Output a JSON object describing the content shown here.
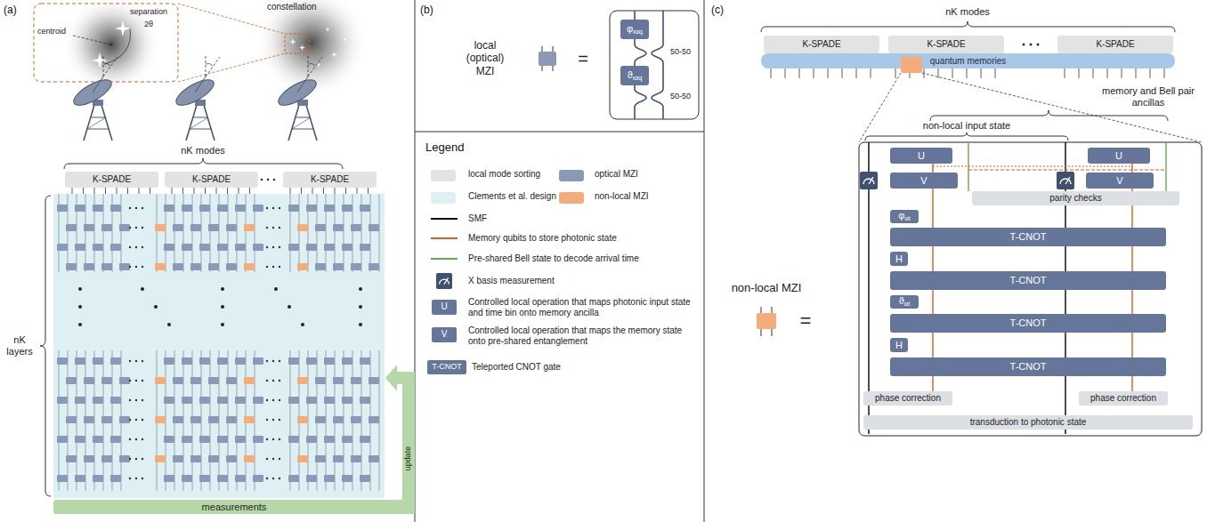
{
  "diagram": {
    "nodes": [
      {
        "text": [
          "K-SPADE"
        ]
      },
      {
        "text": [
          "K-SPADE"
        ]
      },
      {
        "text": [
          "K-SPADE"
        ]
      },
      {
        "text": [
          "measurements"
        ]
      },
      {
        "text": [
          "φιαq"
        ]
      },
      {
        "text": [
          "ϑιαq"
        ]
      },
      {
        "text": [
          "K-SPADE"
        ]
      },
      {
        "text": [
          "K-SPADE"
        ]
      },
      {
        "text": [
          "K-SPADE"
        ]
      },
      {
        "text": [
          "quantum memories"
        ]
      },
      {
        "text": [
          "U"
        ]
      },
      {
        "text": [
          "U"
        ]
      },
      {
        "text": [
          "V"
        ]
      },
      {
        "text": [
          "V"
        ]
      },
      {
        "text": [
          "parity checks"
        ]
      },
      {
        "text": [
          "φαi"
        ]
      },
      {
        "text": [
          "T-CNOT"
        ]
      },
      {
        "text": [
          "H"
        ]
      },
      {
        "text": [
          "T-CNOT"
        ]
      },
      {
        "text": [
          "ϑαi"
        ]
      },
      {
        "text": [
          "T-CNOT"
        ]
      },
      {
        "text": [
          "H"
        ]
      },
      {
        "text": [
          "T-CNOT"
        ]
      },
      {
        "text": [
          "phase correction"
        ]
      },
      {
        "text": [
          "phase correction"
        ]
      },
      {
        "text": [
          "transduction to photonic state"
        ]
      }
    ],
    "labels": [
      "(a)",
      "separation",
      "2θ",
      "centroid",
      "constellation",
      "nK modes",
      "nK layers",
      "update",
      "(b)",
      "local (optical) MZI",
      "=",
      "50-50",
      "50-50",
      "Legend",
      "U",
      "V",
      "T-CNOT",
      "(c)",
      "nK modes",
      "memory and Bell pair ancillas",
      "non-local input state",
      "non-local MZI",
      "="
    ],
    "legend": [
      {
        "text": "local mode sorting",
        "color": "#e3e3e3"
      },
      {
        "text": "optical MZI",
        "color": "#8b99b6"
      },
      {
        "text": "Clements et al. design",
        "color": "#dff0f4"
      },
      {
        "text": "non-local MZI",
        "color": "#f4ad7a"
      },
      {
        "text": "SMF"
      },
      {
        "text": "Memory qubits to store photonic state"
      },
      {
        "text": "Pre-shared Bell state to decode arrival time"
      },
      {
        "text": "X basis measurement"
      },
      {
        "text": "Controlled local operation that maps photonic input state and time bin onto memory ancilla"
      },
      {
        "text": "Controlled local operation that maps the memory state onto pre-shared entanglement"
      },
      {
        "text": "Teleported CNOT gate"
      }
    ]
  }
}
